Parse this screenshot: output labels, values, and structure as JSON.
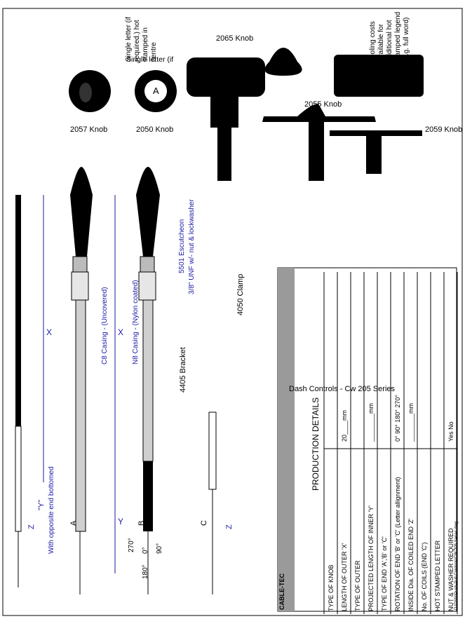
{
  "knobs": {
    "k2057": "2057 Knob",
    "k2050": "2050 Knob",
    "k2065": "2065 Knob",
    "k2055": "2055 Knob",
    "k2059": "2059 Knob",
    "letter_glyph": "A"
  },
  "notes": {
    "single_letter": [
      "Single letter (if",
      "required.) hot",
      "stamped in",
      "centre"
    ],
    "tooling": [
      "Tooling costs",
      "available for",
      "additional hot",
      "stamped legend",
      "(e.g. full word)"
    ]
  },
  "cable": {
    "dim_x_top": "X",
    "dim_x_mid": "X",
    "dim_y_top": "\"Y\"",
    "dim_y_mid": "Y",
    "dim_z_top": "Z",
    "dim_z_bot": "Z",
    "opposite_end": "With opposite end bottomed",
    "c8_casing": "C8 Casing - (Uncovered)",
    "n8_casing": "N8 Casing - (Nylon coated)",
    "escutcheon_line1": "5501 Escutcheon",
    "escutcheon_line2": "3/8\" UNF w/- nut & lockwasher",
    "clamp": "4050 Clamp",
    "bracket": "4405 Bracket",
    "end_a": "A",
    "end_b": "B",
    "end_c": "C"
  },
  "rotation": {
    "r270": "270°",
    "r180": "180°",
    "r0": "0°",
    "r90": "90°"
  },
  "title_block": {
    "logo": "CABLE-TEC",
    "title": "Dash Controls - Cw 205 Series",
    "heading": "PRODUCTION DETAILS",
    "file_path": "D:\\DSN\\Push-Pull Controls\\CW 205 Series.dwg",
    "rows": [
      {
        "label": "TYPE OF KNOB",
        "value": ""
      },
      {
        "label": "LENGTH OF OUTER 'X'",
        "value": "20____mm"
      },
      {
        "label": "TYPE OF OUTER",
        "value": ""
      },
      {
        "label": "PROJECTED LENGTH OF INNER 'Y'",
        "value": "________mm"
      },
      {
        "label": "TYPE OF END 'A','B' or 'C'",
        "value": ""
      },
      {
        "label": "ROTATION OF END 'B' or 'C' (Letter allignment)",
        "value": "0°  90°  180°  270°"
      },
      {
        "label": "INSIDE Dia. OF COILED END 'Z'",
        "value": "________mm"
      },
      {
        "label": "No. OF COILS (END 'C')",
        "value": ""
      },
      {
        "label": "HOT STAMPED LETTER",
        "value": ""
      },
      {
        "label": "NUT & WASHER REQUIRED",
        "value": "Yes  No"
      }
    ]
  },
  "colors": {
    "dimension_blue": "#1a1aa6",
    "ink": "#000000",
    "metal": "#cfcfcf",
    "title_gray": "#9a9a9a"
  }
}
